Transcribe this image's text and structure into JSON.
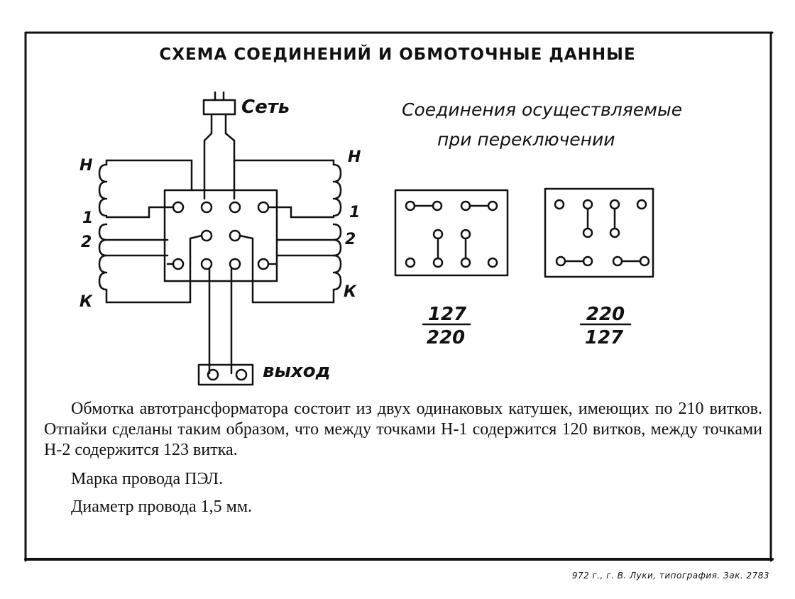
{
  "title": "СХЕМА СОЕДИНЕНИЙ И ОБМОТОЧНЫЕ ДАННЫЕ",
  "diagram": {
    "label_network": "Сеть",
    "label_output": "выход",
    "coil_labels": {
      "top": "Н",
      "tap1": "1",
      "tap2": "2",
      "bottom": "К"
    }
  },
  "switch_connections": {
    "heading_line1": "Соединения осуществляемые",
    "heading_line2": "при переключении",
    "config_a": {
      "numerator": "127",
      "denominator": "220"
    },
    "config_b": {
      "numerator": "220",
      "denominator": "127"
    }
  },
  "description": {
    "paragraph1": "Обмотка автотрансформатора состоит из двух одинаковых катушек, имеющих по 210 витков. Отпайки сделаны таким образом, что между точками Н-1 содержится 120 витков, между точками Н-2 содержится 123 витка.",
    "wire_brand": "Марка провода ПЭЛ.",
    "wire_diameter": "Диаметр провода 1,5 мм."
  },
  "footer": "972 г., г. В. Луки, типография. Зак. 2783"
}
